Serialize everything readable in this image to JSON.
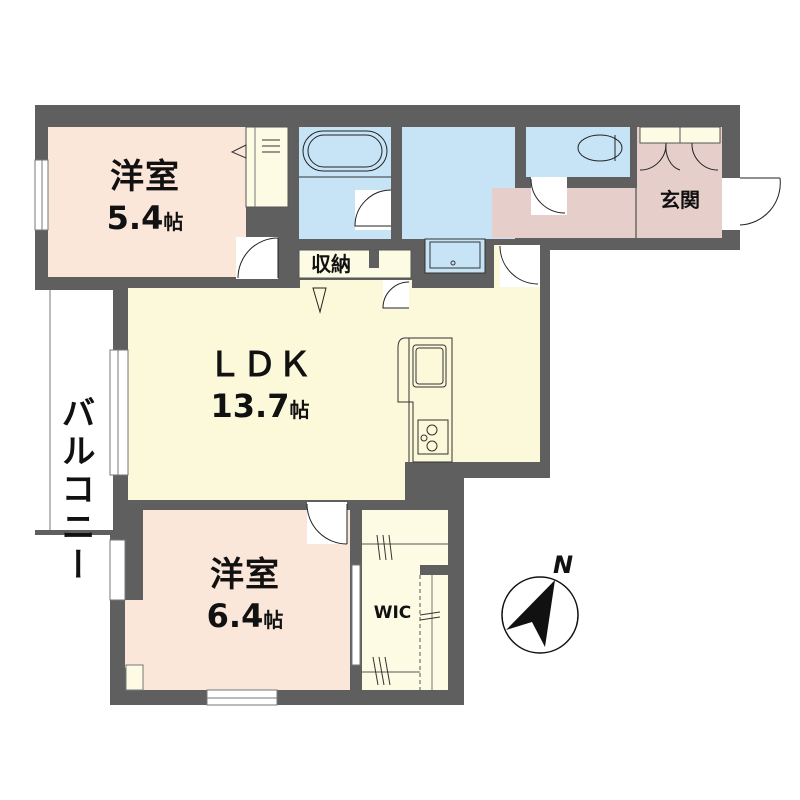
{
  "floorplan": {
    "colors": {
      "wall": "#5f5f5f",
      "bedroom": "#fbe6da",
      "ldk": "#fbf9da",
      "wet_area": "#c7e4f7",
      "entrance": "#e6cfcb",
      "storage": "#fdfbe3",
      "balcony": "#ffffff",
      "line": "#222222"
    },
    "rooms": {
      "bedroom_north": {
        "name": "洋室",
        "size": "5.4",
        "unit": "帖"
      },
      "ldk": {
        "name": "ＬＤＫ",
        "size": "13.7",
        "unit": "帖"
      },
      "bedroom_south": {
        "name": "洋室",
        "size": "6.4",
        "unit": "帖"
      },
      "storage": {
        "name": "収納"
      },
      "entrance": {
        "name": "玄関"
      },
      "wic": {
        "name": "WIC"
      },
      "balcony": {
        "name": "バルコニー"
      }
    },
    "compass": {
      "label": "N"
    }
  }
}
